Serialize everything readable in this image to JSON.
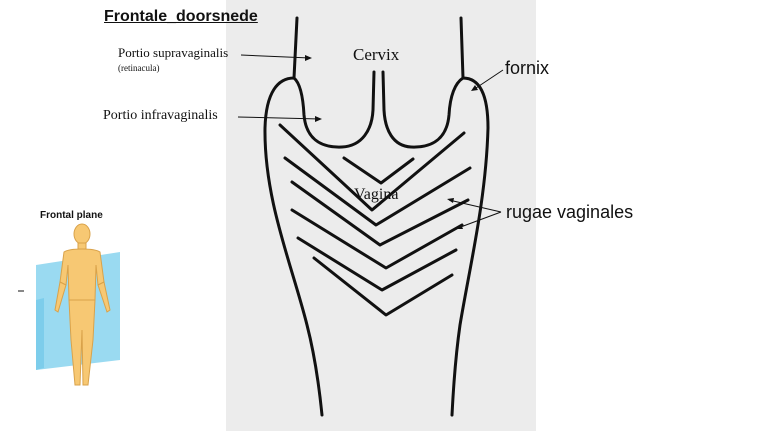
{
  "title": "Frontale_doorsnede",
  "labels": {
    "portio_supravaginalis": "Portio supravaginalis",
    "retinacula": "(retinacula)",
    "portio_infravaginalis": "Portio infravaginalis",
    "cervix": "Cervix",
    "vagina": "Vagina",
    "fornix": "fornix",
    "rugae_vaginales": "rugae vaginales"
  },
  "frontal_plane": {
    "label": "Frontal plane"
  },
  "colors": {
    "panel_background": "#ececec",
    "plane_fill": "#8fd6f0",
    "figure_fill": "#f7c873",
    "line": "#111111"
  }
}
